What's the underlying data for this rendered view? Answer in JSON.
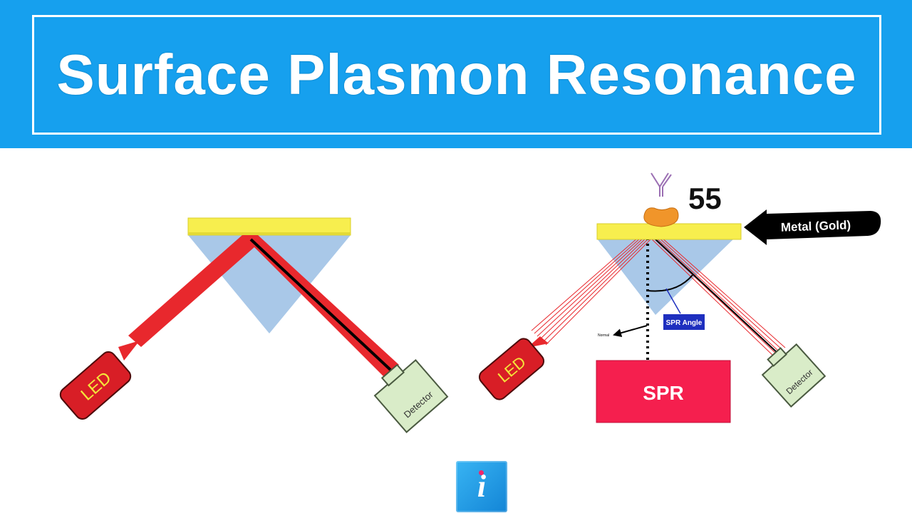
{
  "title": "Surface Plasmon Resonance",
  "left_diagram": {
    "source_label": "LED",
    "detector_label": "Detector"
  },
  "right_diagram": {
    "counter": "55",
    "metal_label": "Metal (Gold)",
    "angle_label": "SPR Angle",
    "normal_label": "Normal",
    "source_label": "LED",
    "detector_label": "Detector",
    "instrument_label": "SPR"
  },
  "logo": {
    "letter": "i"
  },
  "colors": {
    "banner": "#16a0ee",
    "gold_film": "#f7ee4e",
    "prism": "#a9c8e8",
    "beam": "#e8282d",
    "led": "#d81e26",
    "detector": "#d9ecc8",
    "spr_box": "#f51f4e",
    "angle_box": "#1e2fbf",
    "analyte": "#f0952a"
  }
}
